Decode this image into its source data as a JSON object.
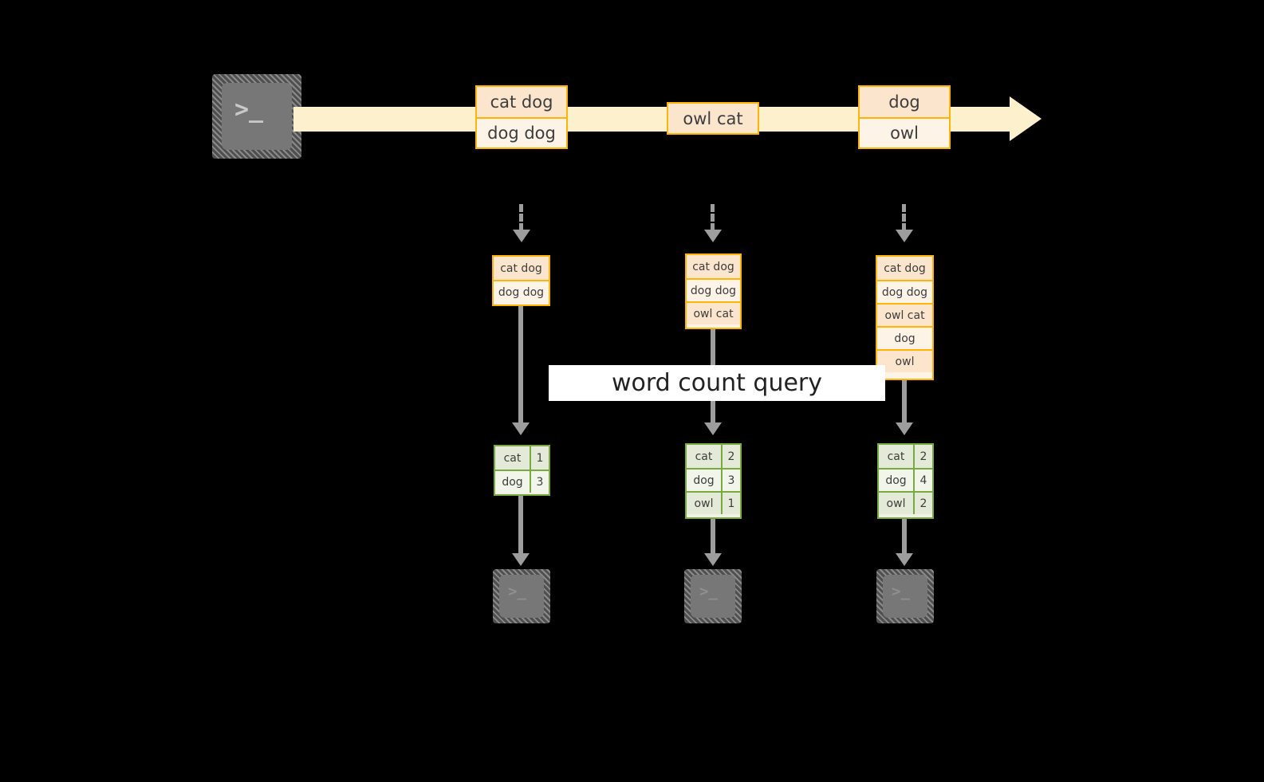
{
  "diagram": {
    "title_band": {
      "label": "word count query",
      "text_color": "#222222",
      "bg_color": "#ffffff"
    },
    "colors": {
      "stream_fill": "#fdf0cc",
      "event_border": "#ffb406",
      "event_fill_dark": "#fce5cd",
      "event_fill_light": "#fdf3e7",
      "table_border": "#7aa841",
      "table_fill_shade": "#e3ebd8",
      "table_fill_plain": "#f1f5ea",
      "connector": "#9d9d9d",
      "terminal_fill": "#777777",
      "background": "#000000"
    },
    "producer": {
      "icon": "terminal-icon",
      "glyph": ">_"
    },
    "stream": {
      "icon": "right-arrow-icon",
      "events": [
        {
          "id": "event-group-1",
          "rows": [
            {
              "text": "cat dog",
              "shade": "dark"
            },
            {
              "text": "dog dog",
              "shade": "light"
            }
          ]
        },
        {
          "id": "event-group-2",
          "rows": [
            {
              "text": "owl cat",
              "shade": "dark"
            }
          ]
        },
        {
          "id": "event-group-3",
          "rows": [
            {
              "text": "dog",
              "shade": "dark"
            },
            {
              "text": "owl",
              "shade": "light"
            }
          ]
        }
      ]
    },
    "snapshots": [
      {
        "id": "snapshot-1",
        "rows": [
          "cat dog",
          "dog dog"
        ]
      },
      {
        "id": "snapshot-2",
        "rows": [
          "cat dog",
          "dog dog",
          "owl cat"
        ]
      },
      {
        "id": "snapshot-3",
        "rows": [
          "cat dog",
          "dog dog",
          "owl cat",
          "dog",
          "owl"
        ]
      }
    ],
    "results": [
      {
        "id": "result-1",
        "rows": [
          {
            "word": "cat",
            "count": "1"
          },
          {
            "word": "dog",
            "count": "3"
          }
        ]
      },
      {
        "id": "result-2",
        "rows": [
          {
            "word": "cat",
            "count": "2"
          },
          {
            "word": "dog",
            "count": "3"
          },
          {
            "word": "owl",
            "count": "1"
          }
        ]
      },
      {
        "id": "result-3",
        "rows": [
          {
            "word": "cat",
            "count": "2"
          },
          {
            "word": "dog",
            "count": "4"
          },
          {
            "word": "owl",
            "count": "2"
          }
        ]
      }
    ],
    "consumers": [
      {
        "id": "consumer-1",
        "icon": "terminal-icon",
        "glyph": ">_"
      },
      {
        "id": "consumer-2",
        "icon": "terminal-icon",
        "glyph": ">_"
      },
      {
        "id": "consumer-3",
        "icon": "terminal-icon",
        "glyph": ">_"
      }
    ]
  }
}
